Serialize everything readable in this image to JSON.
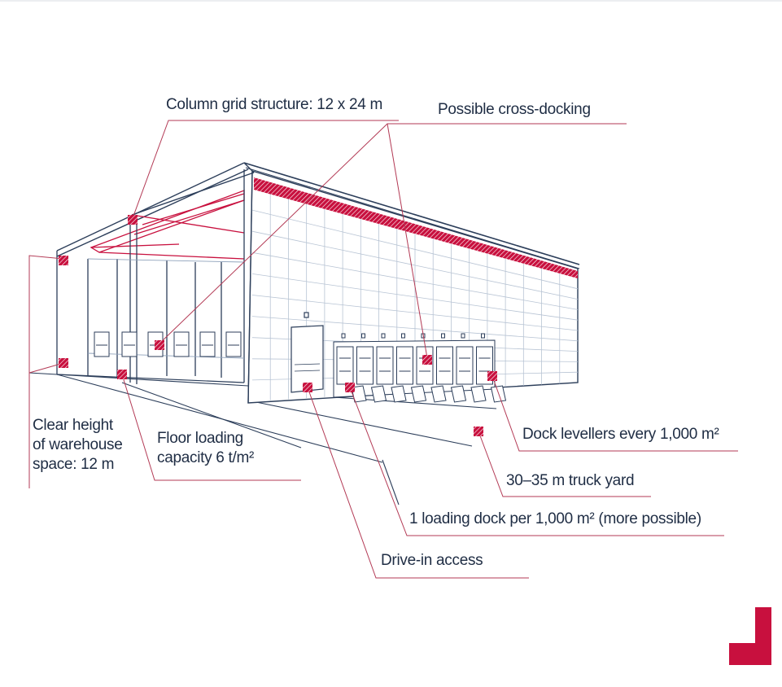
{
  "colors": {
    "accent": "#c8103e",
    "outline": "#2c3e5a",
    "label_text": "#1f2d44",
    "leader": "#b33a55"
  },
  "labels": {
    "column_grid": "Column grid structure: 12 x 24 m",
    "cross_docking": "Possible cross-docking",
    "clear_height": [
      "Clear height",
      "of warehouse",
      "space: 12 m"
    ],
    "floor_loading": [
      "Floor loading",
      "capacity 6 t/m²"
    ],
    "dock_levellers": "Dock levellers every 1,000 m²",
    "truck_yard": "30–35 m truck yard",
    "loading_dock": "1 loading dock per 1,000 m² (more possible)",
    "drive_in": "Drive-in access"
  },
  "icons": {
    "marker": "hatched-square-marker-icon",
    "brand": "corner-step-logo-icon"
  }
}
